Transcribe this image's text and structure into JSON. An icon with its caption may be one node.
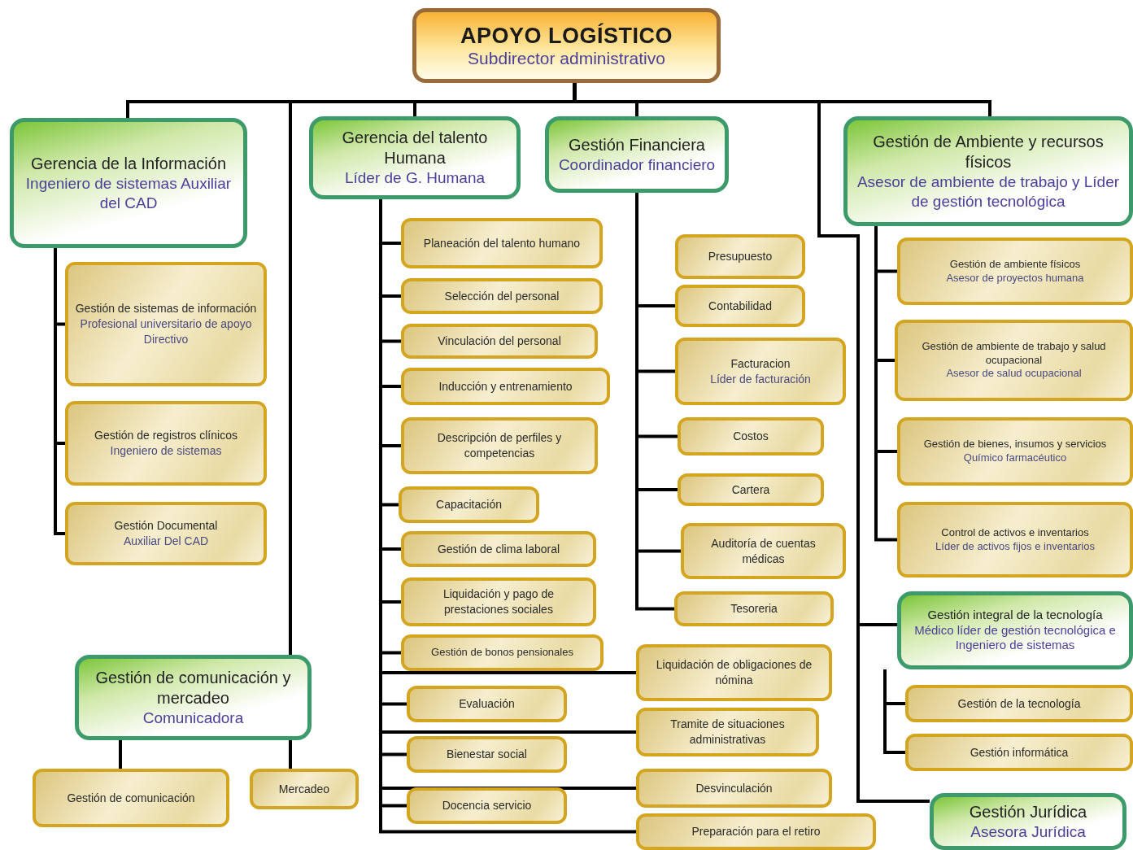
{
  "diagram": {
    "nodes": [
      {
        "text": [
          "APOYO LOGÍSTICO",
          "Subdirector administrativo"
        ]
      },
      {
        "text": [
          "Gerencia de la Información",
          "Ingeniero de sistemas Auxiliar del CAD"
        ]
      },
      {
        "text": [
          "Gestión de sistemas de información",
          "Profesional universitario de apoyo Directivo"
        ]
      },
      {
        "text": [
          "Gestión de registros clínicos",
          "Ingeniero de sistemas"
        ]
      },
      {
        "text": [
          "Gestión Documental",
          "Auxiliar Del CAD"
        ]
      },
      {
        "text": [
          "Gestión de comunicación y mercadeo",
          "Comunicadora"
        ]
      },
      {
        "text": [
          "Gestión de comunicación"
        ]
      },
      {
        "text": [
          "Mercadeo"
        ]
      },
      {
        "text": [
          "Gerencia del talento Humana",
          "Líder de G. Humana"
        ]
      },
      {
        "text": [
          "Planeación del talento humano"
        ]
      },
      {
        "text": [
          "Selección del personal"
        ]
      },
      {
        "text": [
          "Vinculación del personal"
        ]
      },
      {
        "text": [
          "Inducción y entrenamiento"
        ]
      },
      {
        "text": [
          "Descripción de perfiles y competencias"
        ]
      },
      {
        "text": [
          "Capacitación"
        ]
      },
      {
        "text": [
          "Gestión de clima laboral"
        ]
      },
      {
        "text": [
          "Liquidación y pago de prestaciones sociales"
        ]
      },
      {
        "text": [
          "Gestión de bonos pensionales"
        ]
      },
      {
        "text": [
          "Evaluación"
        ]
      },
      {
        "text": [
          "Bienestar social"
        ]
      },
      {
        "text": [
          "Docencia servicio"
        ]
      },
      {
        "text": [
          "Gestión Financiera",
          "Coordinador financiero"
        ]
      },
      {
        "text": [
          "Presupuesto"
        ]
      },
      {
        "text": [
          "Contabilidad"
        ]
      },
      {
        "text": [
          "Facturacion",
          "Líder de facturación"
        ]
      },
      {
        "text": [
          "Costos"
        ]
      },
      {
        "text": [
          "Cartera"
        ]
      },
      {
        "text": [
          "Auditoría de cuentas médicas"
        ]
      },
      {
        "text": [
          "Tesoreria"
        ]
      },
      {
        "text": [
          "Liquidación de obligaciones de nómina"
        ]
      },
      {
        "text": [
          "Tramite de situaciones administrativas"
        ]
      },
      {
        "text": [
          "Desvinculación"
        ]
      },
      {
        "text": [
          "Preparación para el retiro"
        ]
      },
      {
        "text": [
          "Gestión de Ambiente y recursos físicos",
          "Asesor de ambiente de trabajo y Líder de gestión tecnológica"
        ]
      },
      {
        "text": [
          "Gestión de ambiente físicos",
          "Asesor de proyectos humana"
        ]
      },
      {
        "text": [
          "Gestión de ambiente de trabajo y salud ocupacional",
          "Asesor de salud ocupacional"
        ]
      },
      {
        "text": [
          "Gestión de bienes, insumos y servicios",
          "Químico farmacéutico"
        ]
      },
      {
        "text": [
          "Control de activos e inventarios",
          "Líder de activos fijos e inventarios"
        ]
      },
      {
        "text": [
          "Gestión integral de la tecnología",
          "Médico líder de gestión tecnológica e Ingeniero de sistemas"
        ]
      },
      {
        "text": [
          "Gestión de la tecnología"
        ]
      },
      {
        "text": [
          "Gestión informática"
        ]
      },
      {
        "text": [
          "Gestión Jurídica",
          "Asesora Jurídica"
        ]
      }
    ],
    "edges": [
      {
        "from": 0,
        "to": 1,
        "arrow": "none"
      },
      {
        "from": 0,
        "to": 5,
        "arrow": "none"
      },
      {
        "from": 0,
        "to": 8,
        "arrow": "none"
      },
      {
        "from": 0,
        "to": 21,
        "arrow": "none"
      },
      {
        "from": 0,
        "to": 33,
        "arrow": "none"
      },
      {
        "from": 0,
        "to": 38,
        "arrow": "none"
      },
      {
        "from": 0,
        "to": 41,
        "arrow": "none"
      },
      {
        "from": 1,
        "to": 2,
        "arrow": "none"
      },
      {
        "from": 1,
        "to": 3,
        "arrow": "none"
      },
      {
        "from": 1,
        "to": 4,
        "arrow": "none"
      },
      {
        "from": 5,
        "to": 6,
        "arrow": "none"
      },
      {
        "from": 5,
        "to": 7,
        "arrow": "none"
      },
      {
        "from": 8,
        "to": 9,
        "arrow": "none"
      },
      {
        "from": 8,
        "to": 10,
        "arrow": "none"
      },
      {
        "from": 8,
        "to": 11,
        "arrow": "none"
      },
      {
        "from": 8,
        "to": 12,
        "arrow": "none"
      },
      {
        "from": 8,
        "to": 13,
        "arrow": "none"
      },
      {
        "from": 8,
        "to": 14,
        "arrow": "none"
      },
      {
        "from": 8,
        "to": 15,
        "arrow": "none"
      },
      {
        "from": 8,
        "to": 16,
        "arrow": "none"
      },
      {
        "from": 8,
        "to": 17,
        "arrow": "none"
      },
      {
        "from": 8,
        "to": 18,
        "arrow": "none"
      },
      {
        "from": 8,
        "to": 19,
        "arrow": "none"
      },
      {
        "from": 8,
        "to": 20,
        "arrow": "none"
      },
      {
        "from": 8,
        "to": 29,
        "arrow": "none"
      },
      {
        "from": 8,
        "to": 30,
        "arrow": "none"
      },
      {
        "from": 8,
        "to": 31,
        "arrow": "none"
      },
      {
        "from": 8,
        "to": 32,
        "arrow": "none"
      },
      {
        "from": 21,
        "to": 23,
        "arrow": "none"
      },
      {
        "from": 21,
        "to": 24,
        "arrow": "none"
      },
      {
        "from": 21,
        "to": 25,
        "arrow": "none"
      },
      {
        "from": 21,
        "to": 26,
        "arrow": "none"
      },
      {
        "from": 21,
        "to": 27,
        "arrow": "none"
      },
      {
        "from": 21,
        "to": 28,
        "arrow": "none"
      },
      {
        "from": 33,
        "to": 34,
        "arrow": "none"
      },
      {
        "from": 33,
        "to": 35,
        "arrow": "none"
      },
      {
        "from": 33,
        "to": 36,
        "arrow": "none"
      },
      {
        "from": 33,
        "to": 37,
        "arrow": "none"
      },
      {
        "from": 38,
        "to": 39,
        "arrow": "none"
      },
      {
        "from": 38,
        "to": 40,
        "arrow": "none"
      }
    ]
  }
}
